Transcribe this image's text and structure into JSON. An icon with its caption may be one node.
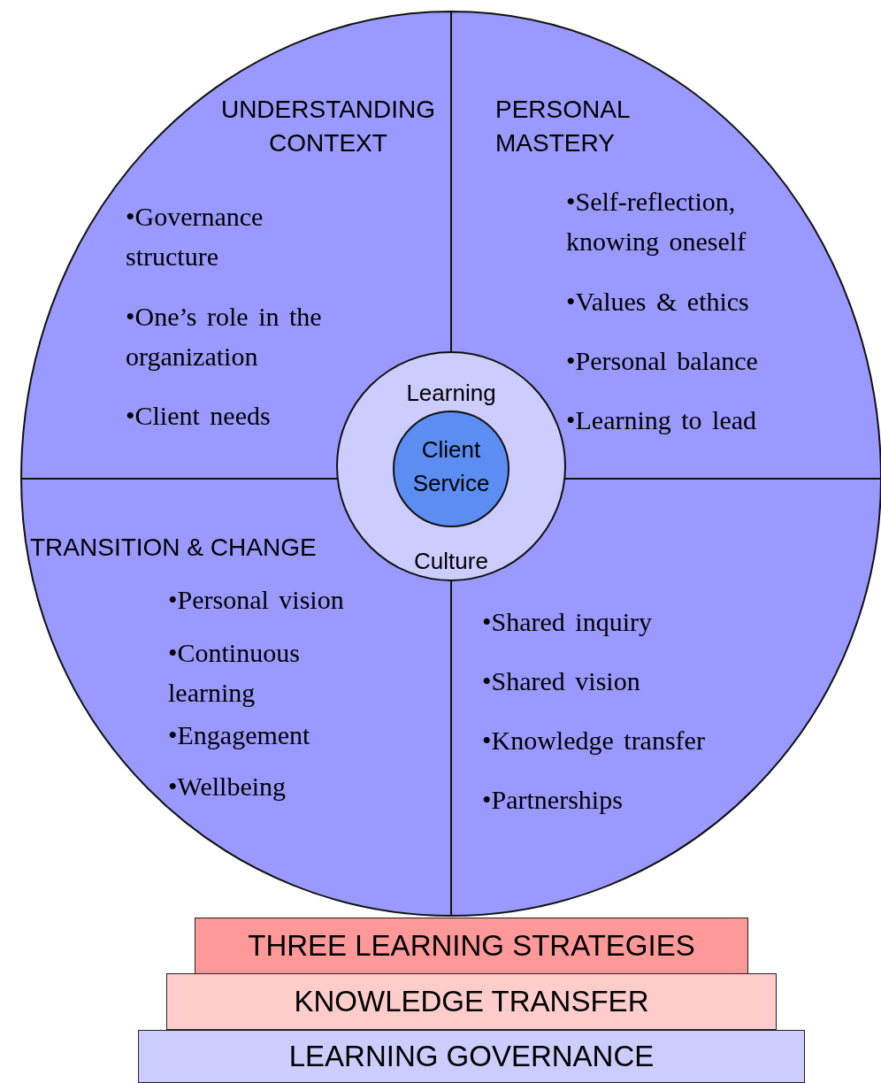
{
  "diagram": {
    "nodes": [
      {
        "text": [
          "UNDERSTANDING CONTEXT",
          "•Governance structure",
          "•One’s role in the organization",
          "•Client needs"
        ]
      },
      {
        "text": [
          "PERSONAL MASTERY",
          "•Self-reflection, knowing oneself",
          "•Values & ethics",
          "•Personal balance",
          "•Learning to lead"
        ]
      },
      {
        "text": [
          "TRANSITION & CHANGE",
          "•Personal vision",
          "•Continuous learning",
          "•Engagement",
          "•Wellbeing"
        ]
      },
      {
        "text": [
          "•Shared inquiry",
          "•Shared vision",
          "•Knowledge transfer",
          "•Partnerships"
        ]
      },
      {
        "text": [
          "Learning",
          "Culture"
        ]
      },
      {
        "text": [
          "Client Service"
        ],
        "in": 4
      },
      {
        "text": [
          "THREE LEARNING STRATEGIES"
        ]
      },
      {
        "text": [
          "KNOWLEDGE TRANSFER"
        ]
      },
      {
        "text": [
          "LEARNING GOVERNANCE"
        ]
      }
    ],
    "edges": []
  }
}
